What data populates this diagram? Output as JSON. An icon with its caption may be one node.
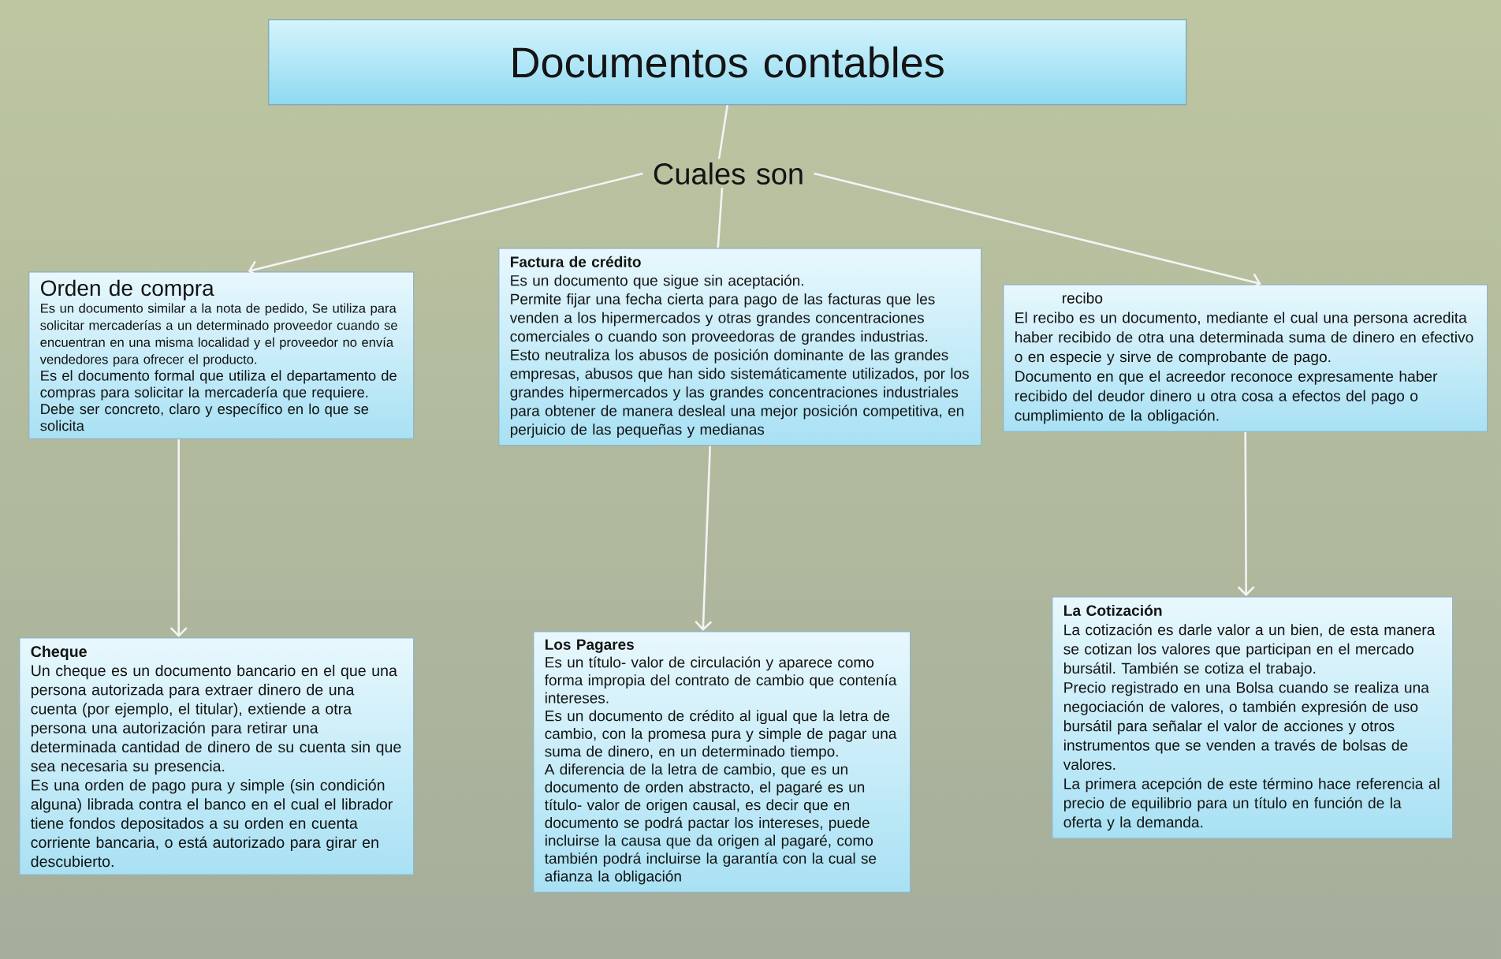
{
  "diagram": {
    "nodes": [
      {
        "text": [
          "Documentos contables"
        ]
      },
      {
        "text": [
          "Cuales son"
        ]
      },
      {
        "text": [
          "Orden de compra",
          "Es un documento similar a la nota de pedido, Se utiliza para solicitar mercaderías a un determinado proveedor cuando se encuentran en una misma localidad y el proveedor no envía vendedores para ofrecer el producto.",
          "Es el documento formal que utiliza el departamento de compras para solicitar la mercadería que requiere. Debe ser concreto, claro y específico en lo que se solicita"
        ]
      },
      {
        "text": [
          "Factura de crédito",
          "Es un documento que sigue sin aceptación.",
          "Permite fijar una fecha cierta para pago de las facturas que les venden a los hipermercados y otras grandes concentraciones comerciales o cuando son proveedoras de grandes industrias.",
          "Esto neutraliza los abusos de posición dominante de las grandes empresas, abusos que han sido sistemáticamente utilizados, por los grandes hipermercados y las grandes concentraciones industriales para obtener de manera desleal una mejor posición competitiva, en perjuicio de las pequeñas y medianas"
        ]
      },
      {
        "text": [
          "recibo",
          "El recibo es un documento, mediante el cual una persona acredita haber recibido de otra una determinada suma de dinero en efectivo o en especie y sirve de comprobante de pago.",
          "Documento en que el acreedor reconoce expresamente haber recibido del deudor dinero u otra cosa a efectos del pago o cumplimiento de la obligación."
        ]
      },
      {
        "text": [
          "Cheque",
          "Un cheque es un documento bancario en el que una persona autorizada para extraer dinero de una cuenta (por ejemplo, el titular), extiende a otra persona una autorización para retirar una determinada cantidad de dinero de su cuenta sin que sea necesaria su presencia.",
          "Es una orden de pago pura y simple (sin condición alguna) librada contra el banco en el cual el librador tiene fondos depositados a su orden en cuenta corriente bancaria, o está autorizado para girar en descubierto."
        ]
      },
      {
        "text": [
          "Los Pagares",
          "Es un título- valor de circulación y aparece como forma impropia del contrato de cambio que contenía intereses.",
          "Es un documento de crédito al igual que la letra de cambio, con la promesa pura y simple de pagar una suma de dinero, en un determinado tiempo.",
          "A diferencia de la letra de cambio, que es un documento de orden abstracto, el pagaré es un título- valor de origen causal, es decir que en documento se podrá pactar los intereses, puede incluirse la causa que da origen al pagaré, como también podrá incluirse la garantía con la cual se afianza la obligación"
        ]
      },
      {
        "text": [
          "La Cotización",
          "La cotización es darle valor a un bien, de esta manera se cotizan los valores que participan en el mercado bursátil. También se cotiza el trabajo.",
          "Precio registrado en una Bolsa cuando se realiza una negociación de valores, o también expresión de uso bursátil para señalar el valor de acciones y otros instrumentos que se venden a través de bolsas de valores.",
          "La primera acepción de este término hace referencia al precio de equilibrio para un título en función de la oferta y la demanda."
        ]
      }
    ],
    "edges": [
      {
        "from": 0,
        "to": 1,
        "arrow": "none"
      },
      {
        "from": 1,
        "to": 2,
        "arrow": "to"
      },
      {
        "from": 1,
        "to": 3,
        "arrow": "none"
      },
      {
        "from": 1,
        "to": 4,
        "arrow": "to"
      },
      {
        "from": 2,
        "to": 5,
        "arrow": "to"
      },
      {
        "from": 3,
        "to": 6,
        "arrow": "to"
      },
      {
        "from": 4,
        "to": 7,
        "arrow": "to"
      }
    ]
  }
}
